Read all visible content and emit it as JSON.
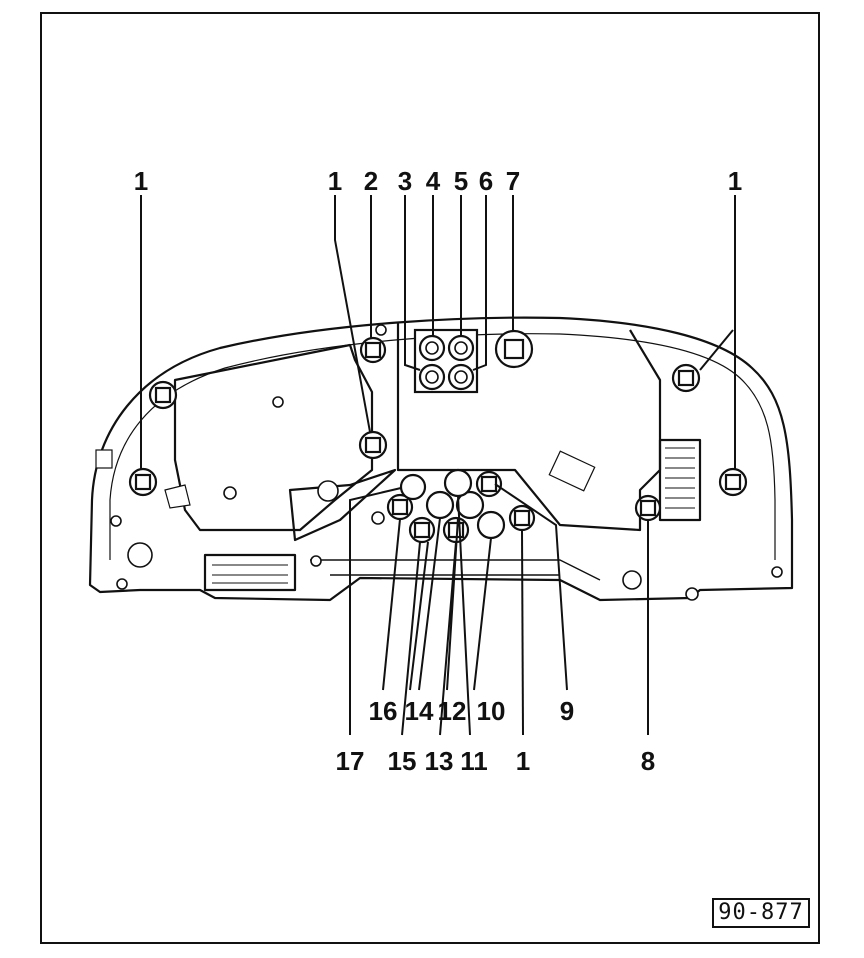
{
  "diagram": {
    "reference_code": "90-877",
    "callouts": [
      {
        "id": "c1a",
        "text": "1"
      },
      {
        "id": "c1b",
        "text": "1"
      },
      {
        "id": "c2",
        "text": "2"
      },
      {
        "id": "c3",
        "text": "3"
      },
      {
        "id": "c4",
        "text": "4"
      },
      {
        "id": "c5",
        "text": "5"
      },
      {
        "id": "c6",
        "text": "6"
      },
      {
        "id": "c7",
        "text": "7"
      },
      {
        "id": "c1c",
        "text": "1"
      },
      {
        "id": "c16",
        "text": "16"
      },
      {
        "id": "c14",
        "text": "14"
      },
      {
        "id": "c12",
        "text": "12"
      },
      {
        "id": "c10",
        "text": "10"
      },
      {
        "id": "c9",
        "text": "9"
      },
      {
        "id": "c17",
        "text": "17"
      },
      {
        "id": "c15",
        "text": "15"
      },
      {
        "id": "c13",
        "text": "13"
      },
      {
        "id": "c11",
        "text": "11"
      },
      {
        "id": "c1d",
        "text": "1"
      },
      {
        "id": "c8",
        "text": "8"
      }
    ]
  }
}
